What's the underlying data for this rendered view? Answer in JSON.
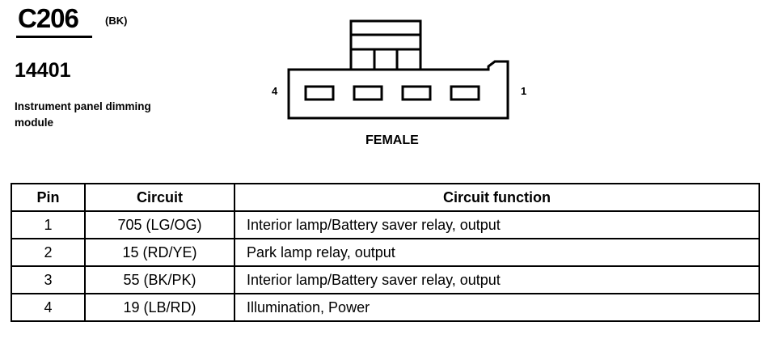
{
  "header": {
    "connector_id": "C206",
    "connector_color": "(BK)",
    "part_number": "14401",
    "component_name": "Instrument panel dimming module"
  },
  "connector": {
    "pin_label_left": "4",
    "pin_label_right": "1",
    "gender": "FEMALE",
    "pin_count": 4
  },
  "table": {
    "headers": [
      "Pin",
      "Circuit",
      "Circuit function"
    ],
    "rows": [
      {
        "pin": "1",
        "circuit": "705 (LG/OG)",
        "function": "Interior lamp/Battery saver relay, output"
      },
      {
        "pin": "2",
        "circuit": "15 (RD/YE)",
        "function": "Park lamp relay, output"
      },
      {
        "pin": "3",
        "circuit": "55 (BK/PK)",
        "function": "Interior lamp/Battery saver relay, output"
      },
      {
        "pin": "4",
        "circuit": "19 (LB/RD)",
        "function": "Illumination, Power"
      }
    ]
  }
}
